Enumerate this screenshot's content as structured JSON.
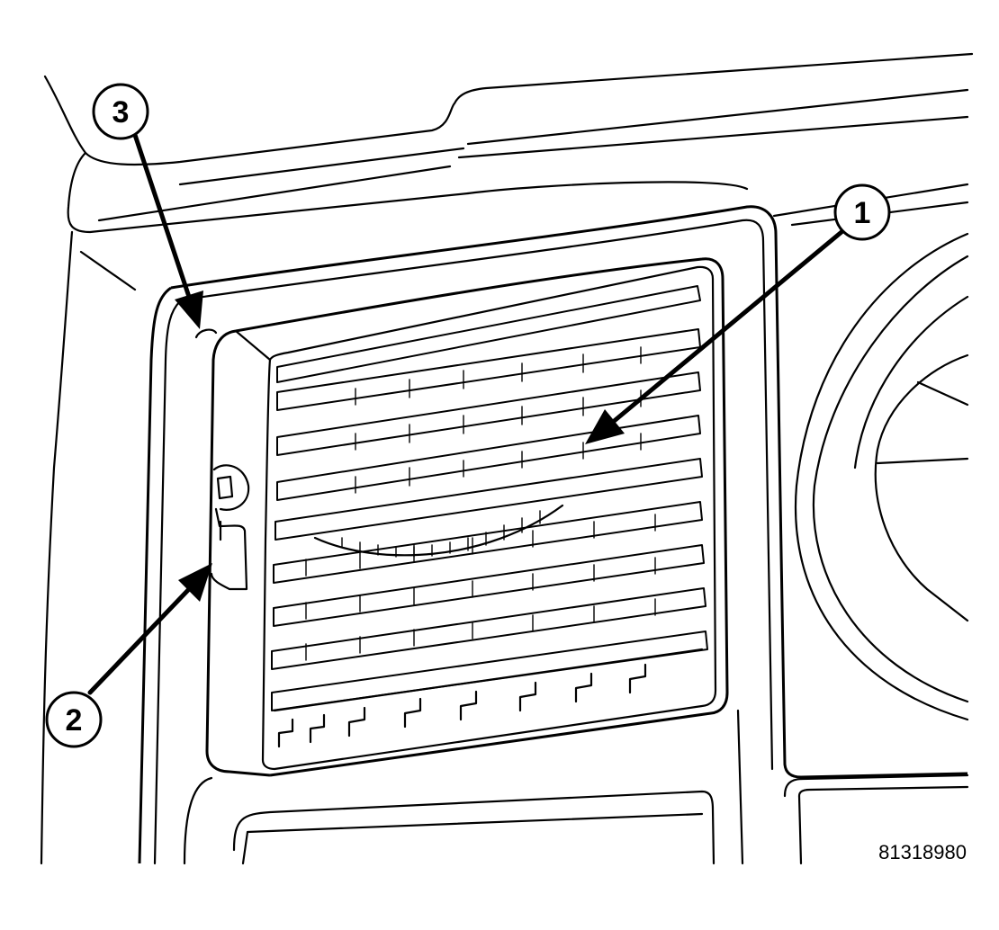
{
  "callouts": [
    {
      "id": "callout-1",
      "label": "1"
    },
    {
      "id": "callout-2",
      "label": "2"
    },
    {
      "id": "callout-3",
      "label": "3"
    }
  ],
  "figure_id": "81318980"
}
